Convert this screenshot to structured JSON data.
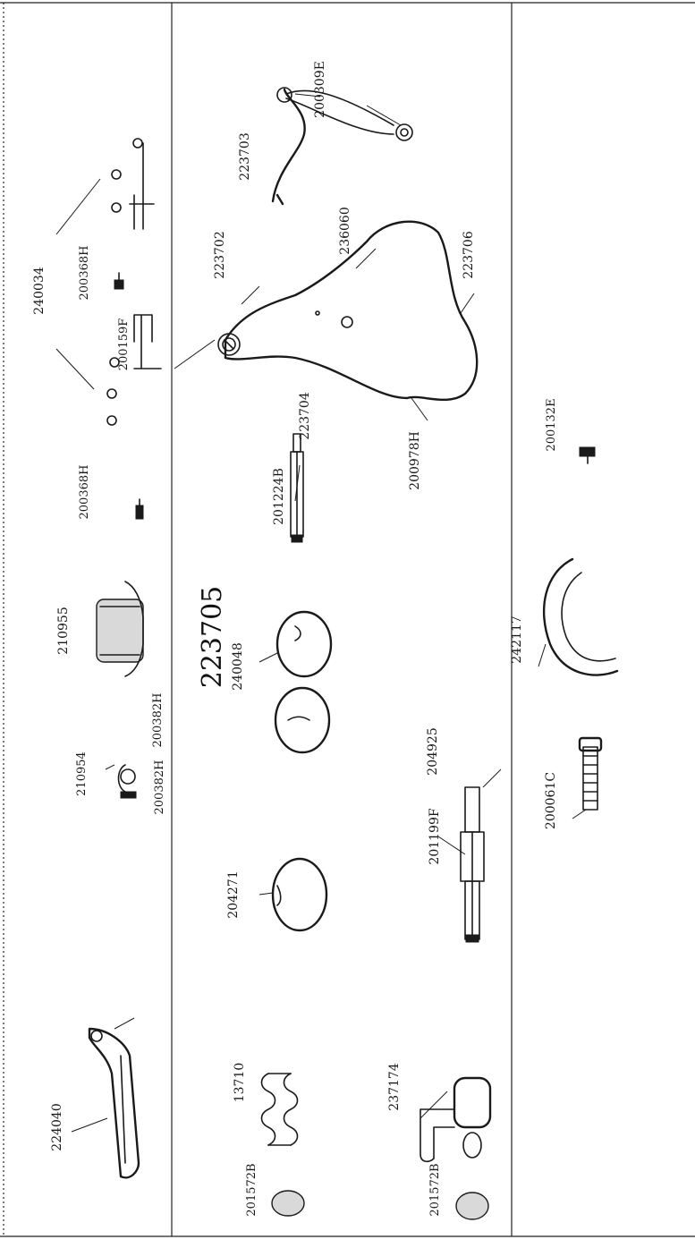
{
  "title": "223705",
  "parts": [
    {
      "id": "p_240034",
      "label": "240034"
    },
    {
      "id": "p_200368H_a",
      "label": "200368H"
    },
    {
      "id": "p_200159F",
      "label": "200159F"
    },
    {
      "id": "p_200368H_b",
      "label": "200368H"
    },
    {
      "id": "p_223702",
      "label": "223702"
    },
    {
      "id": "p_236060",
      "label": "236060"
    },
    {
      "id": "p_223703",
      "label": "223703"
    },
    {
      "id": "p_200309E",
      "label": "200309E"
    },
    {
      "id": "p_223706",
      "label": "223706"
    },
    {
      "id": "p_200978H",
      "label": "200978H"
    },
    {
      "id": "p_201224B",
      "label": "201224B"
    },
    {
      "id": "p_223704",
      "label": "223704"
    },
    {
      "id": "p_210955",
      "label": "210955"
    },
    {
      "id": "p_200382H",
      "label": "200382H"
    },
    {
      "id": "p_240048",
      "label": "240048"
    },
    {
      "id": "p_210954",
      "label": "210954"
    },
    {
      "id": "p_204271",
      "label": "204271"
    },
    {
      "id": "p_204925",
      "label": "204925"
    },
    {
      "id": "p_201199F",
      "label": "201199F"
    },
    {
      "id": "p_200382H_b",
      "label": "200382H"
    },
    {
      "id": "p_224040",
      "label": "224040"
    },
    {
      "id": "p_13710",
      "label": "13710"
    },
    {
      "id": "p_237174",
      "label": "237174"
    },
    {
      "id": "p_201572B_a",
      "label": "201572B"
    },
    {
      "id": "p_201572B_b",
      "label": "201572B"
    },
    {
      "id": "p_200132E",
      "label": "200132E"
    },
    {
      "id": "p_242117",
      "label": "242117"
    },
    {
      "id": "p_200061C",
      "label": "200061C"
    }
  ]
}
